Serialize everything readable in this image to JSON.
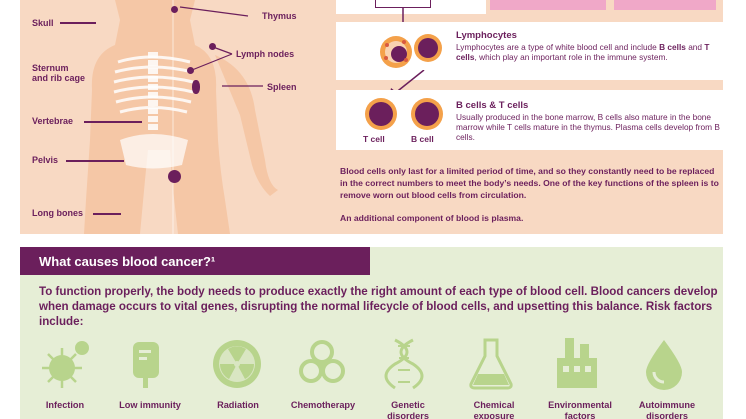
{
  "body_labels": {
    "skull": "Skull",
    "sternum": "Sternum\nand rib cage",
    "vertebrae": "Vertebrae",
    "pelvis": "Pelvis",
    "long_bones": "Long bones",
    "thymus": "Thymus",
    "lymph_nodes": "Lymph nodes",
    "spleen": "Spleen"
  },
  "lymphocytes": {
    "title": "Lymphocytes",
    "text_before": "Lymphocytes are a type of white blood cell and include",
    "b_cells": "B cells",
    "and": "and",
    "t_cells": "T cells",
    "text_after": ", which play an important role in the immune system."
  },
  "bt_cells": {
    "title": "B cells & T cells",
    "text": "Usually produced in the bone marrow, B cells also mature in the bone marrow while T cells mature in the thymus. Plasma cells develop from B cells.",
    "t_label": "T cell",
    "b_label": "B cell"
  },
  "paragraphs": {
    "p1": "Blood cells only last for a limited period of time, and so they constantly need to be replaced in the correct numbers to meet the body’s needs. One of the key functions of the spleen is to remove worn out blood cells from circulation.",
    "p2": "An additional component of blood is plasma."
  },
  "causes": {
    "heading": "What causes blood cancer?¹",
    "text": "To function properly, the body needs to produce exactly the right amount of each type of blood cell. Blood cancers develop when damage occurs to vital genes, disrupting the normal lifecycle of blood cells, and upsetting this balance. Risk factors include:",
    "factors": [
      {
        "label": "Infection",
        "icon": "virus-icon"
      },
      {
        "label": "Low immunity",
        "icon": "iv-bag-icon"
      },
      {
        "label": "Radiation",
        "icon": "radiation-icon"
      },
      {
        "label": "Chemotherapy",
        "icon": "biohazard-icon"
      },
      {
        "label": "Genetic\ndisorders",
        "icon": "dna-icon"
      },
      {
        "label": "Chemical\nexposure",
        "icon": "flask-icon"
      },
      {
        "label": "Environmental\nfactors",
        "icon": "factory-icon"
      },
      {
        "label": "Autoimmune\ndisorders",
        "icon": "drop-icon"
      }
    ]
  },
  "colors": {
    "plum": "#6b1f5c",
    "peach": "#f8d9c3",
    "sage": "#e6eed6",
    "icon_green": "#b8d48c",
    "orange": "#f4a14a"
  }
}
